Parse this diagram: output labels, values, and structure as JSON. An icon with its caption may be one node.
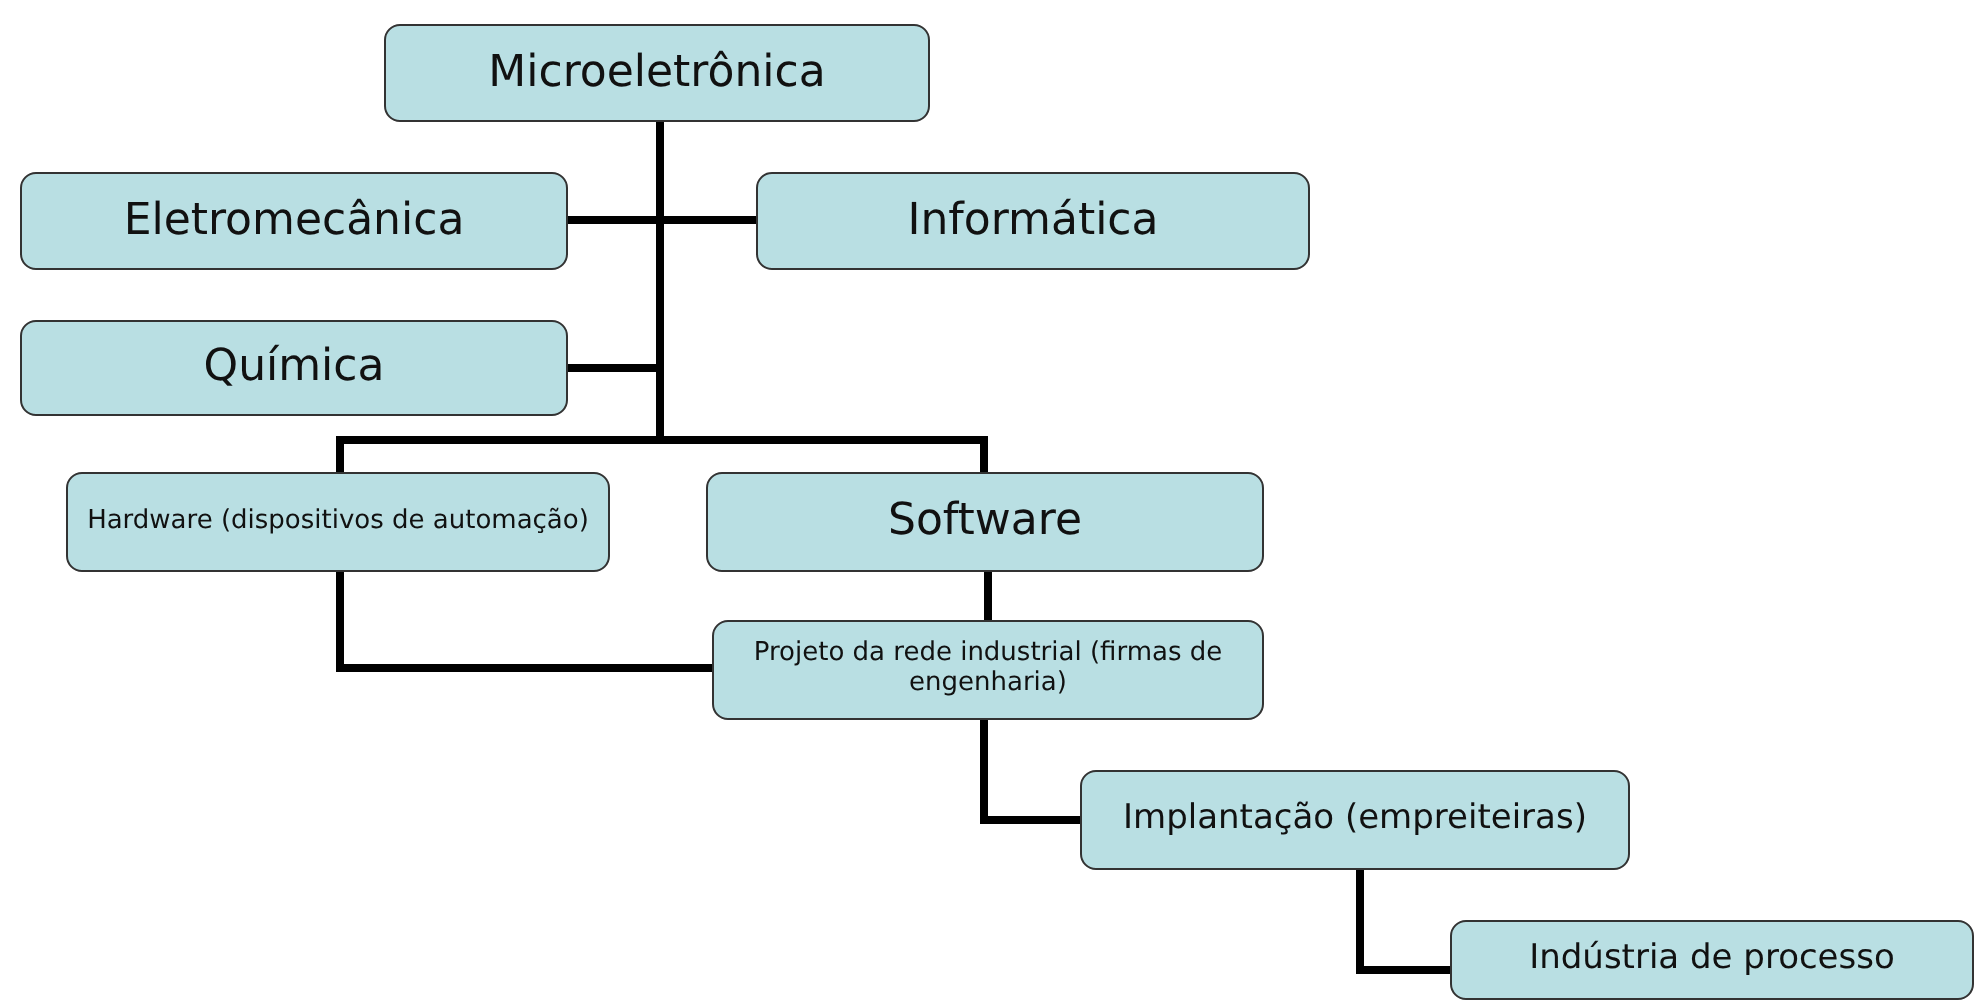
{
  "diagram": {
    "nodes": [
      {
        "text": [
          "Microeletrônica"
        ]
      },
      {
        "text": [
          "Eletromecânica"
        ]
      },
      {
        "text": [
          "Informática"
        ]
      },
      {
        "text": [
          "Química"
        ]
      },
      {
        "text": [
          "Hardware (dispositivos de automação)"
        ]
      },
      {
        "text": [
          "Software"
        ]
      },
      {
        "text": [
          "Projeto da rede industrial (firmas de engenharia)"
        ]
      },
      {
        "text": [
          "Implantação (empreiteiras)"
        ]
      },
      {
        "text": [
          "Indústria de processo"
        ]
      }
    ],
    "edges": [
      {
        "from": 0,
        "to": 1,
        "arrow": "none"
      },
      {
        "from": 0,
        "to": 2,
        "arrow": "none"
      },
      {
        "from": 0,
        "to": 3,
        "arrow": "none"
      },
      {
        "from": 0,
        "to": 4,
        "arrow": "none"
      },
      {
        "from": 0,
        "to": 5,
        "arrow": "none"
      },
      {
        "from": 4,
        "to": 6,
        "arrow": "none"
      },
      {
        "from": 5,
        "to": 6,
        "arrow": "none"
      },
      {
        "from": 6,
        "to": 7,
        "arrow": "none"
      },
      {
        "from": 7,
        "to": 8,
        "arrow": "none"
      }
    ]
  }
}
